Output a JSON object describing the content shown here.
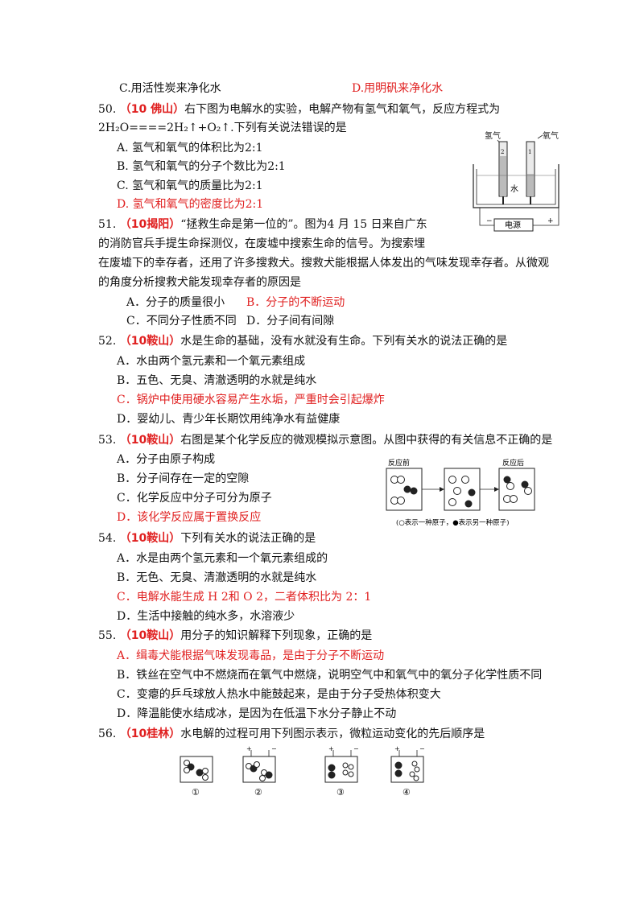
{
  "top": {
    "optC": "C.用活性炭来净化水",
    "optD": "D.用明矾来净化水"
  },
  "q50": {
    "num": "50.",
    "src": "（10 佛山）",
    "text1": "右下图为电解水的实验，电解产物有氢气和氧气，反应方程式为",
    "text2": "2H₂O====2H₂↑+O₂↑.下列有关说法错误的是",
    "A": "A. 氢气和氧气的体积比为2:1",
    "B": "B. 氢气和氧气的分子个数比为2:1",
    "C": "C. 氢气和氧气的质量比为2:1",
    "D": "D. 氢气和氧气的密度比为2:1",
    "fig": {
      "h2": "氢气",
      "o2": "氧气",
      "water": "水",
      "power": "电源",
      "minus": "−",
      "plus": "+"
    }
  },
  "q51": {
    "num": "51.",
    "src": "（10揭阳）",
    "text1": "“拯救生命是第一位的”。图为4 月 15 日来自广东",
    "text2": "的消防官兵手提生命探测仪，在废墟中搜索生命的信号。为搜索埋",
    "text3": "在废墟下的幸存者，还用了许多搜救犬。搜救犬能根据人体发出的气味发现幸存者。从微观",
    "text4": "的角度分析搜救犬能发现幸存者的原因是",
    "A": "A．分子的质量很小",
    "B": "B．分子的不断运动",
    "C": "C．不同分子性质不同",
    "D": "D．分子间有间隙"
  },
  "q52": {
    "num": "52.",
    "src": "（10鞍山）",
    "text": "水是生命的基础，没有水就没有生命。下列有关水的说法正确的是",
    "A": "A．水由两个氢元素和一个氧元素组成",
    "B": "B．五色、无臭、清澈透明的水就是纯水",
    "C": "C．锅炉中使用硬水容易产生水垢，严重时会引起爆炸",
    "D": "D．婴幼儿、青少年长期饮用纯净水有益健康"
  },
  "q53": {
    "num": "53.",
    "src": "（10鞍山）",
    "text": "右图是某个化学反应的微观模拟示意图。从图中获得的有关信息不正确的是",
    "A": "A．分子由原子构成",
    "B": "B．分子间存在一定的空隙",
    "C": "C．化学反应中分子可分为原子",
    "D": "D．该化学反应属于置换反应",
    "fig": {
      "before": "反应前",
      "after": "反应后",
      "legend": "(○表示一种原子，●表示另一种原子)"
    }
  },
  "q54": {
    "num": "54.",
    "src": "（10鞍山）",
    "text": "下列有关水的说法正确的是",
    "A": "A．水是由两个氢元素和一个氧元素组成的",
    "B": "B．无色、无臭、清澈透明的水就是纯水",
    "C": "C．电解水能生成 H 2和 O 2，二者体积比为 2：1",
    "D": "D．生活中接触的纯水多，水溶液少"
  },
  "q55": {
    "num": "55.",
    "src": "（10鞍山）",
    "text": "用分子的知识解释下列现象，正确的是",
    "A": "A．缉毒犬能根据气味发现毒品，是由于分子不断运动",
    "B": "B．铁丝在空气中不燃烧而在氧气中燃烧，说明空气中和氧气中的氧分子化学性质不同",
    "C": "C．变瘪的乒乓球放人热水中能鼓起来，是由于分子受热体积变大",
    "D": "D．降温能使水结成冰，是因为在低温下水分子静止不动"
  },
  "q56": {
    "num": "56.",
    "src": "（10桂林）",
    "text": "水电解的过程可用下列图示表示，微粒运动变化的先后顺序是",
    "fig": {
      "l1": "①",
      "l2": "②",
      "l3": "③",
      "l4": "④",
      "plus": "+",
      "minus": "−"
    }
  }
}
